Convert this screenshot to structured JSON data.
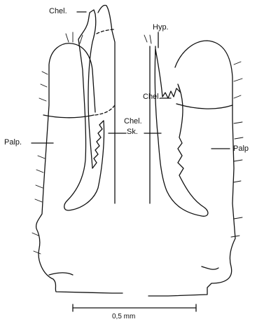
{
  "labels": {
    "chel_top": "Chel.",
    "hyp": "Hyp.",
    "chel_right": "Chel.",
    "chel_sk_1": "Chel.",
    "chel_sk_2": "Sk.",
    "palp_left": "Palp.",
    "palp_right": "Palp"
  },
  "scale_bar": {
    "label": "0,5 mm"
  },
  "colors": {
    "ink": "#111111",
    "paper": "#ffffff"
  }
}
